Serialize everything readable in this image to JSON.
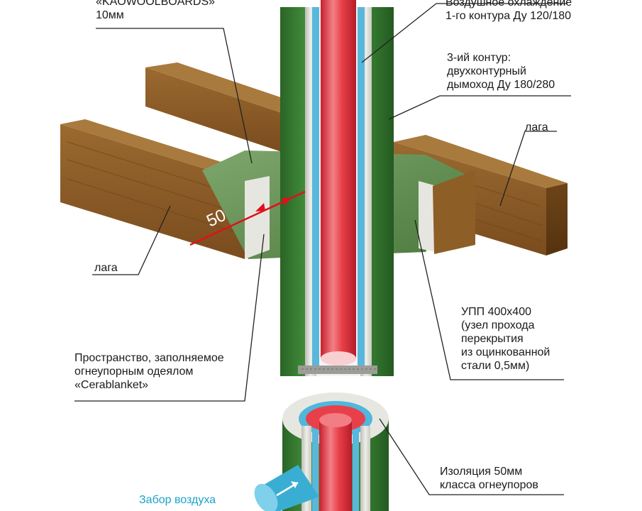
{
  "labels": {
    "kaowool": {
      "line1": "«KAOWOOLBOARDS»",
      "line2": "10мм"
    },
    "cooling": {
      "line1": "Воздушное охлаждение",
      "line2": "1-го контура Ду 120/180"
    },
    "third": {
      "line1": "3-ий контур:",
      "line2": "двухконтурный",
      "line3": "дымоход Ду 180/280"
    },
    "joist_right": "лага",
    "joist_left": "лага",
    "upp": {
      "line1": "УПП 400х400",
      "line2": "(узел прохода",
      "line3": "перекрытия",
      "line4": "из оцинкованной",
      "line5": "стали 0,5мм)"
    },
    "space": {
      "line1": "Пространство, заполняемое",
      "line2": "огнеупорным одеялом",
      "line3": "«Cerablanket»"
    },
    "insulation": {
      "line1": "Изоляция 50мм",
      "line2": "класса огнеупоров"
    },
    "air_intake": "Забор воздуха"
  },
  "dimension": "50",
  "colors": {
    "outer_pipe": "#3f8f3a",
    "outer_pipe_dark": "#2c6a28",
    "insulation": "#dcdcd6",
    "inner_cooling": "#6fc2e0",
    "flue": "#e8404a",
    "flue_light": "#f7b2b5",
    "wood": "#8a5a26",
    "wood_dark": "#6b4118",
    "plate": "#5d8a4e",
    "dimension_line": "#e0101a",
    "air_label": "#1aa3c8"
  }
}
